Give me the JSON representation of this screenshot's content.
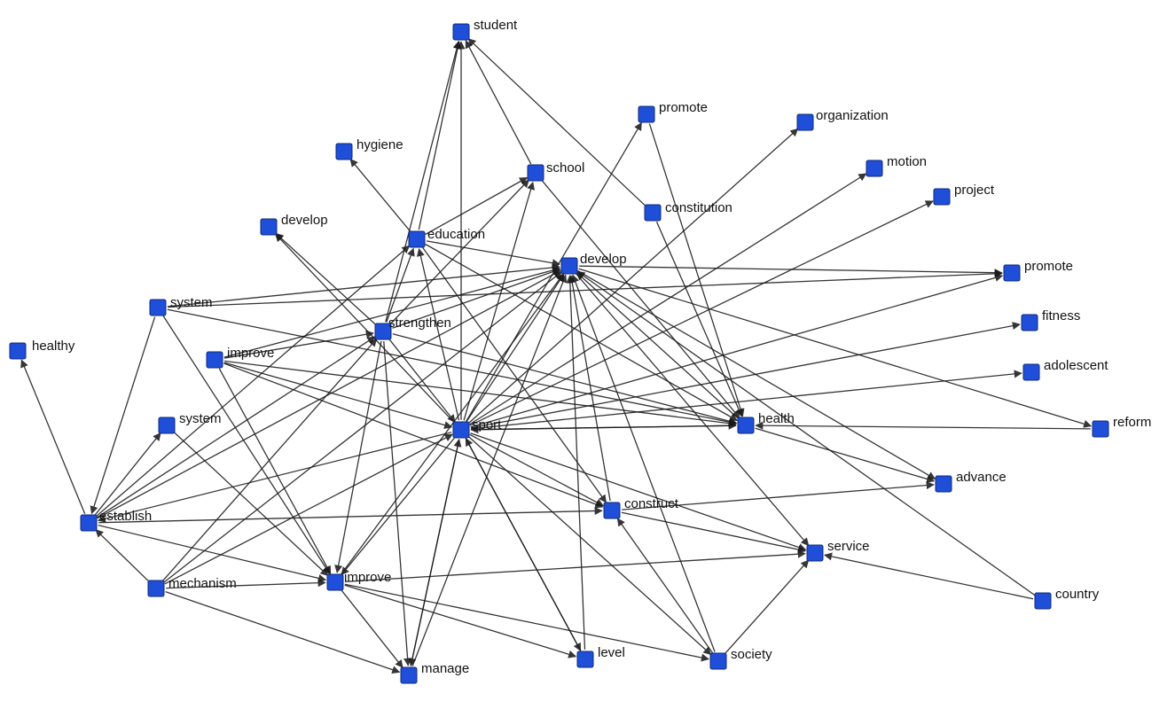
{
  "diagram": {
    "type": "directed-network",
    "node_color": "#1f4fd8",
    "edge_color": "#1a1a1a",
    "nodes": [
      {
        "id": "student",
        "label": "student"
      },
      {
        "id": "hygiene",
        "label": "hygiene"
      },
      {
        "id": "school",
        "label": "school"
      },
      {
        "id": "promote1",
        "label": "promote"
      },
      {
        "id": "organization",
        "label": "organization"
      },
      {
        "id": "motion",
        "label": "motion"
      },
      {
        "id": "project",
        "label": "project"
      },
      {
        "id": "constitution",
        "label": "constitution"
      },
      {
        "id": "develop1",
        "label": "develop"
      },
      {
        "id": "education",
        "label": "education"
      },
      {
        "id": "develop2",
        "label": "develop"
      },
      {
        "id": "promote2",
        "label": "promote"
      },
      {
        "id": "system1",
        "label": "system"
      },
      {
        "id": "strengthen",
        "label": "strengthen"
      },
      {
        "id": "fitness",
        "label": "fitness"
      },
      {
        "id": "healthy",
        "label": "healthy"
      },
      {
        "id": "improve1",
        "label": "improve"
      },
      {
        "id": "adolescent",
        "label": "adolescent"
      },
      {
        "id": "system2",
        "label": "system"
      },
      {
        "id": "sport",
        "label": "sport"
      },
      {
        "id": "health",
        "label": "health"
      },
      {
        "id": "reform",
        "label": "reform"
      },
      {
        "id": "advance",
        "label": "advance"
      },
      {
        "id": "establish",
        "label": "establish"
      },
      {
        "id": "construct",
        "label": "construct"
      },
      {
        "id": "service",
        "label": "service"
      },
      {
        "id": "mechanism",
        "label": "mechanism"
      },
      {
        "id": "improve2",
        "label": "improve"
      },
      {
        "id": "country",
        "label": "country"
      },
      {
        "id": "manage",
        "label": "manage"
      },
      {
        "id": "level",
        "label": "level"
      },
      {
        "id": "society",
        "label": "society"
      }
    ],
    "edges": [
      [
        "education",
        "student"
      ],
      [
        "school",
        "student"
      ],
      [
        "constitution",
        "student"
      ],
      [
        "sport",
        "student"
      ],
      [
        "strengthen",
        "student"
      ],
      [
        "education",
        "hygiene"
      ],
      [
        "education",
        "school"
      ],
      [
        "sport",
        "school"
      ],
      [
        "strengthen",
        "school"
      ],
      [
        "school",
        "health"
      ],
      [
        "sport",
        "promote1"
      ],
      [
        "promote1",
        "health"
      ],
      [
        "sport",
        "organization"
      ],
      [
        "sport",
        "motion"
      ],
      [
        "sport",
        "project"
      ],
      [
        "sport",
        "develop1"
      ],
      [
        "strengthen",
        "develop1"
      ],
      [
        "constitution",
        "health"
      ],
      [
        "sport",
        "education"
      ],
      [
        "strengthen",
        "education"
      ],
      [
        "establish",
        "education"
      ],
      [
        "education",
        "construct"
      ],
      [
        "education",
        "develop2"
      ],
      [
        "sport",
        "develop2"
      ],
      [
        "strengthen",
        "develop2"
      ],
      [
        "improve1",
        "develop2"
      ],
      [
        "system1",
        "develop2"
      ],
      [
        "establish",
        "develop2"
      ],
      [
        "mechanism",
        "develop2"
      ],
      [
        "improve2",
        "develop2"
      ],
      [
        "construct",
        "develop2"
      ],
      [
        "society",
        "develop2"
      ],
      [
        "level",
        "develop2"
      ],
      [
        "health",
        "develop2"
      ],
      [
        "manage",
        "develop2"
      ],
      [
        "develop2",
        "promote2"
      ],
      [
        "system1",
        "promote2"
      ],
      [
        "sport",
        "promote2"
      ],
      [
        "develop2",
        "advance"
      ],
      [
        "develop2",
        "service"
      ],
      [
        "develop2",
        "reform"
      ],
      [
        "system1",
        "health"
      ],
      [
        "improve1",
        "health"
      ],
      [
        "strengthen",
        "health"
      ],
      [
        "sport",
        "fitness"
      ],
      [
        "sport",
        "adolescent"
      ],
      [
        "reform",
        "health"
      ],
      [
        "establish",
        "healthy"
      ],
      [
        "system1",
        "establish"
      ],
      [
        "system1",
        "improve2"
      ],
      [
        "mechanism",
        "strengthen"
      ],
      [
        "improve1",
        "strengthen"
      ],
      [
        "establish",
        "strengthen"
      ],
      [
        "strengthen",
        "improve2"
      ],
      [
        "strengthen",
        "manage"
      ],
      [
        "strengthen",
        "sport"
      ],
      [
        "improve1",
        "sport"
      ],
      [
        "improve1",
        "construct"
      ],
      [
        "improve1",
        "improve2"
      ],
      [
        "establish",
        "system2"
      ],
      [
        "system2",
        "improve2"
      ],
      [
        "sport",
        "establish"
      ],
      [
        "sport",
        "improve2"
      ],
      [
        "sport",
        "manage"
      ],
      [
        "sport",
        "level"
      ],
      [
        "sport",
        "construct"
      ],
      [
        "sport",
        "service"
      ],
      [
        "sport",
        "society"
      ],
      [
        "sport",
        "health"
      ],
      [
        "mechanism",
        "sport"
      ],
      [
        "health",
        "advance"
      ],
      [
        "construct",
        "advance"
      ],
      [
        "construct",
        "service"
      ],
      [
        "establish",
        "construct"
      ],
      [
        "mechanism",
        "establish"
      ],
      [
        "mechanism",
        "improve2"
      ],
      [
        "mechanism",
        "manage"
      ],
      [
        "improve2",
        "manage"
      ],
      [
        "improve2",
        "service"
      ],
      [
        "improve2",
        "level"
      ],
      [
        "improve2",
        "society"
      ],
      [
        "establish",
        "improve2"
      ],
      [
        "society",
        "service"
      ],
      [
        "society",
        "construct"
      ],
      [
        "country",
        "service"
      ],
      [
        "country",
        "develop2"
      ],
      [
        "education",
        "health"
      ],
      [
        "manage",
        "sport"
      ],
      [
        "level",
        "sport"
      ],
      [
        "health",
        "sport"
      ]
    ]
  }
}
